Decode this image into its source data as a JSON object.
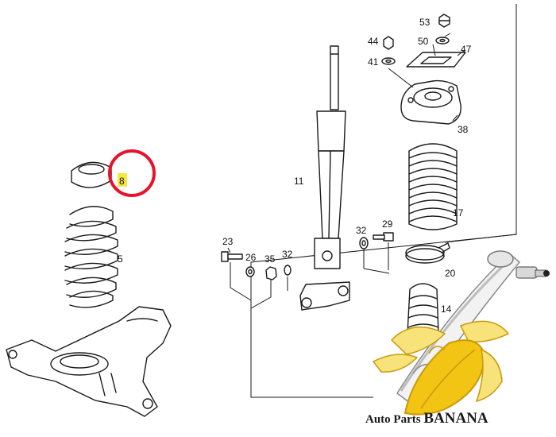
{
  "diagram": {
    "callouts": [
      "53",
      "44",
      "50",
      "47",
      "41",
      "38",
      "8",
      "11",
      "17",
      "5",
      "23",
      "26",
      "35",
      "32",
      "32",
      "29",
      "20",
      "14"
    ]
  },
  "highlight": {
    "target": "8",
    "color": "#e8132b",
    "label_highlight": "#f5e642"
  },
  "brand": {
    "first": "Auto Parts ",
    "second": "BANANA"
  },
  "colors": {
    "banana": "#f2c414",
    "banana_dark": "#c99a0a",
    "peel": "#f8e27a",
    "arm": "#f2f2f2"
  }
}
